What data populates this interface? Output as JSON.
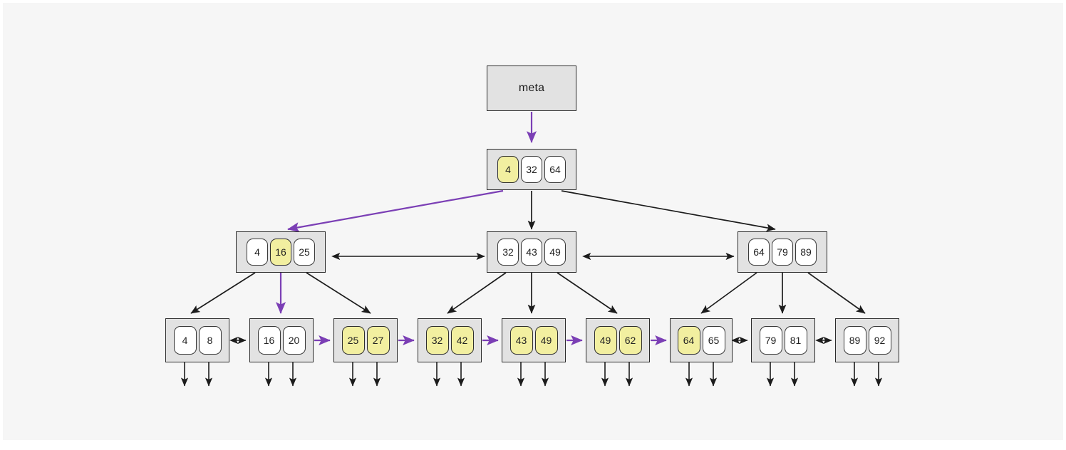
{
  "diagram": {
    "title": "b-plus-tree-traversal",
    "colors": {
      "canvas": "#f6f6f6",
      "node_fill": "#e2e2e2",
      "node_border": "#2b2b2b",
      "cell_fill": "#ffffff",
      "cell_highlight": "#f2efa0",
      "edge": "#1c1c1c",
      "path_edge": "#7b3fb5"
    },
    "meta": {
      "label": "meta"
    },
    "root": {
      "name": "root-node",
      "cells": [
        {
          "value": "4",
          "highlight": true
        },
        {
          "value": "32",
          "highlight": false
        },
        {
          "value": "64",
          "highlight": false
        }
      ]
    },
    "internal": [
      {
        "name": "internal-node-1",
        "cells": [
          {
            "value": "4",
            "highlight": false
          },
          {
            "value": "16",
            "highlight": true
          },
          {
            "value": "25",
            "highlight": false
          }
        ]
      },
      {
        "name": "internal-node-2",
        "cells": [
          {
            "value": "32",
            "highlight": false
          },
          {
            "value": "43",
            "highlight": false
          },
          {
            "value": "49",
            "highlight": false
          }
        ]
      },
      {
        "name": "internal-node-3",
        "cells": [
          {
            "value": "64",
            "highlight": false
          },
          {
            "value": "79",
            "highlight": false
          },
          {
            "value": "89",
            "highlight": false
          }
        ]
      }
    ],
    "leaves": [
      {
        "name": "leaf-node-1",
        "cells": [
          {
            "value": "4",
            "highlight": false
          },
          {
            "value": "8",
            "highlight": false
          }
        ]
      },
      {
        "name": "leaf-node-2",
        "cells": [
          {
            "value": "16",
            "highlight": false
          },
          {
            "value": "20",
            "highlight": false
          }
        ]
      },
      {
        "name": "leaf-node-3",
        "cells": [
          {
            "value": "25",
            "highlight": true
          },
          {
            "value": "27",
            "highlight": true
          }
        ]
      },
      {
        "name": "leaf-node-4",
        "cells": [
          {
            "value": "32",
            "highlight": true
          },
          {
            "value": "42",
            "highlight": true
          }
        ]
      },
      {
        "name": "leaf-node-5",
        "cells": [
          {
            "value": "43",
            "highlight": true
          },
          {
            "value": "49",
            "highlight": true
          }
        ]
      },
      {
        "name": "leaf-node-6",
        "cells": [
          {
            "value": "49",
            "highlight": true
          },
          {
            "value": "62",
            "highlight": true
          }
        ]
      },
      {
        "name": "leaf-node-7",
        "cells": [
          {
            "value": "64",
            "highlight": true
          },
          {
            "value": "65",
            "highlight": false
          }
        ]
      },
      {
        "name": "leaf-node-8",
        "cells": [
          {
            "value": "79",
            "highlight": false
          },
          {
            "value": "81",
            "highlight": false
          }
        ]
      },
      {
        "name": "leaf-node-9",
        "cells": [
          {
            "value": "89",
            "highlight": false
          },
          {
            "value": "92",
            "highlight": false
          }
        ]
      }
    ],
    "sibling_links": [
      {
        "from": "leaf-node-1",
        "to": "leaf-node-2",
        "style": "bidirectional",
        "highlight": false
      },
      {
        "from": "leaf-node-2",
        "to": "leaf-node-3",
        "style": "forward",
        "highlight": true
      },
      {
        "from": "leaf-node-3",
        "to": "leaf-node-4",
        "style": "forward",
        "highlight": true
      },
      {
        "from": "leaf-node-4",
        "to": "leaf-node-5",
        "style": "forward",
        "highlight": true
      },
      {
        "from": "leaf-node-5",
        "to": "leaf-node-6",
        "style": "forward",
        "highlight": true
      },
      {
        "from": "leaf-node-6",
        "to": "leaf-node-7",
        "style": "forward",
        "highlight": true
      },
      {
        "from": "leaf-node-7",
        "to": "leaf-node-8",
        "style": "bidirectional",
        "highlight": false
      },
      {
        "from": "leaf-node-8",
        "to": "leaf-node-9",
        "style": "bidirectional",
        "highlight": false
      }
    ],
    "internal_sibling_links": [
      {
        "from": "internal-node-1",
        "to": "internal-node-2",
        "style": "bidirectional",
        "highlight": false
      },
      {
        "from": "internal-node-2",
        "to": "internal-node-3",
        "style": "bidirectional",
        "highlight": false
      }
    ],
    "path_edges": [
      {
        "from": "meta",
        "to": "root-node"
      },
      {
        "from": "root-node.cell.4",
        "to": "internal-node-1"
      },
      {
        "from": "internal-node-1.cell.16",
        "to": "leaf-node-2"
      }
    ]
  }
}
